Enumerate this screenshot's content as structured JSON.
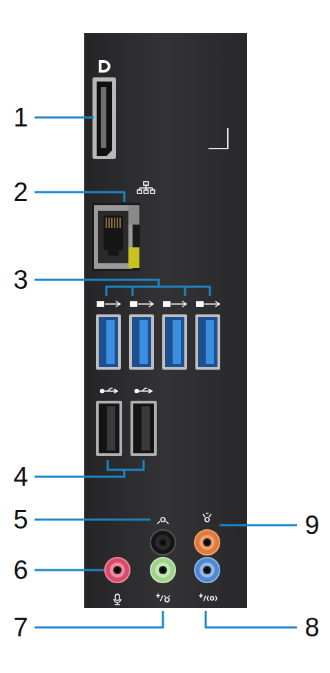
{
  "diagram": {
    "labels": [
      "1",
      "2",
      "3",
      "4",
      "5",
      "9",
      "6",
      "7",
      "8"
    ]
  }
}
